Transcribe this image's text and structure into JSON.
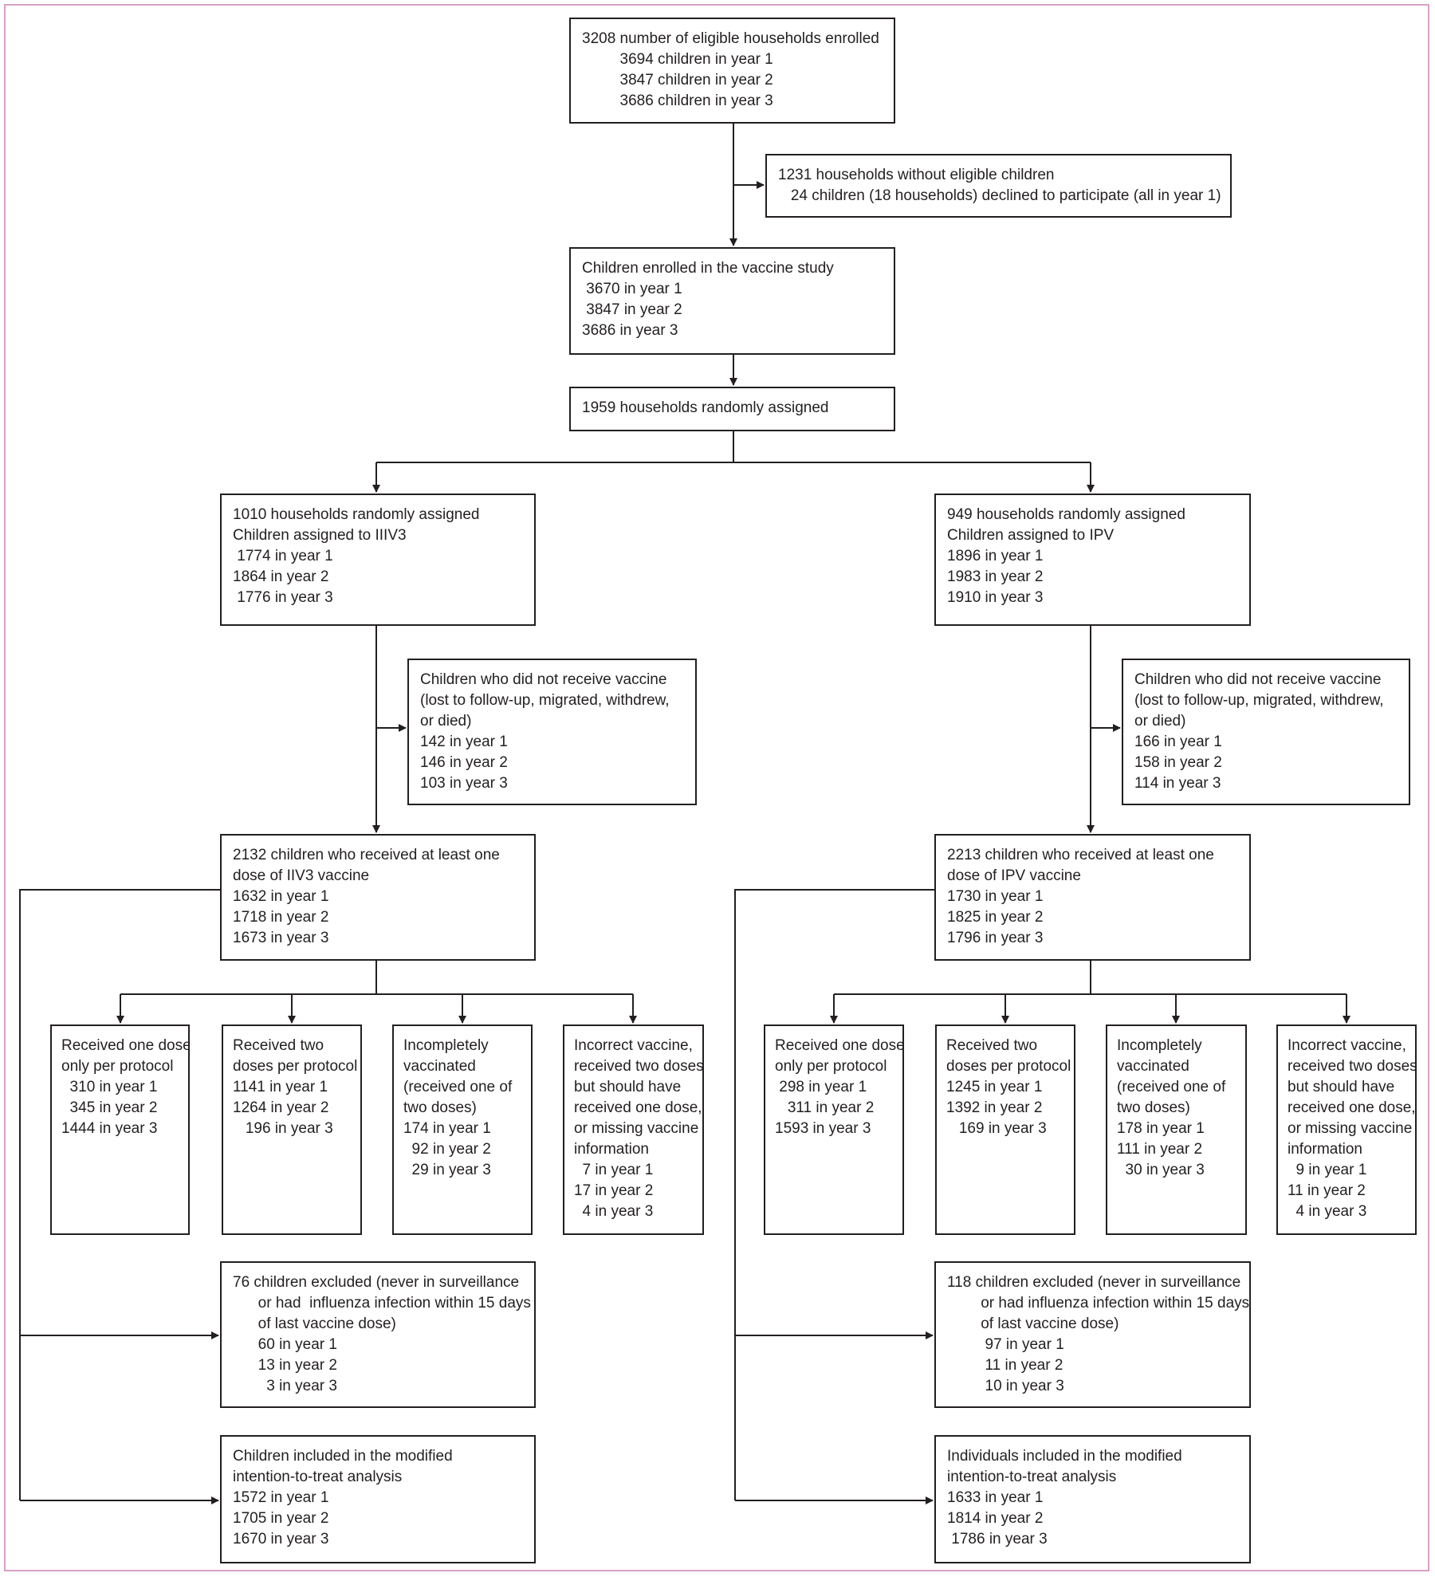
{
  "colors": {
    "frame": "#d9a0c4",
    "line": "#231f20"
  },
  "boxes": {
    "enrolled": [
      "3208 number of eligible households enrolled",
      "         3694 children in year 1",
      "         3847 children in year 2",
      "         3686 children in year 3"
    ],
    "excluded_households": [
      "1231 households without eligible children",
      "   24 children (18 households) declined to participate (all in year 1)"
    ],
    "study": [
      "Children enrolled in the vaccine study",
      " 3670 in year 1",
      " 3847 in year 2",
      "3686 in year 3"
    ],
    "randomised": [
      "1959 households randomly assigned"
    ],
    "iiv_assigned": [
      "1010 households randomly assigned",
      "Children assigned to IIIV3",
      " 1774 in year 1",
      "1864 in year 2",
      " 1776 in year 3"
    ],
    "ipv_assigned": [
      "949 households randomly assigned",
      "Children assigned to IPV",
      "1896 in year 1",
      "1983 in year 2",
      "1910 in year 3"
    ],
    "iiv_not_received": [
      "Children who did not receive vaccine",
      "(lost to follow-up, migrated, withdrew,",
      "or died)",
      "142 in year 1",
      "146 in year 2",
      "103 in year 3"
    ],
    "ipv_not_received": [
      "Children who did not receive vaccine",
      "(lost to follow-up, migrated, withdrew,",
      "or died)",
      "166 in year 1",
      "158 in year 2",
      "114 in year 3"
    ],
    "iiv_received": [
      "2132 children who received at least one",
      "dose of IIV3 vaccine",
      "1632 in year 1",
      "1718 in year 2",
      "1673 in year 3"
    ],
    "ipv_received": [
      "2213 children who received at least one",
      "dose of IPV vaccine",
      "1730 in year 1",
      "1825 in year 2",
      "1796 in year 3"
    ],
    "iiv_one_dose": [
      "Received one dose",
      "only per protocol",
      "  310 in year 1",
      "  345 in year 2",
      "1444 in year 3"
    ],
    "iiv_two_doses": [
      "Received two",
      "doses per protocol",
      "1141 in year 1",
      "1264 in year 2",
      "   196 in year 3"
    ],
    "iiv_incomplete": [
      "Incompletely",
      "vaccinated",
      "(received one of",
      "two doses)",
      "174 in year 1",
      "  92 in year 2",
      "  29 in year 3"
    ],
    "iiv_incorrect": [
      "Incorrect vaccine,",
      "received two doses",
      "but should have",
      "received one dose,",
      "or missing vaccine",
      "information",
      "  7 in year 1",
      "17 in year 2",
      "  4 in year 3"
    ],
    "ipv_one_dose": [
      "Received one dose",
      "only per protocol",
      " 298 in year 1",
      "   311 in year 2",
      "1593 in year 3"
    ],
    "ipv_two_doses": [
      "Received two",
      "doses per protocol",
      "1245 in year 1",
      "1392 in year 2",
      "   169 in year 3"
    ],
    "ipv_incomplete": [
      "Incompletely",
      "vaccinated",
      "(received one of",
      "two doses)",
      "178 in year 1",
      "111 in year 2",
      "  30 in year 3"
    ],
    "ipv_incorrect": [
      "Incorrect vaccine,",
      "received two doses",
      "but should have",
      "received one dose,",
      "or missing vaccine",
      "information",
      "  9 in year 1",
      "11 in year 2",
      "  4 in year 3"
    ],
    "iiv_excluded": [
      "76 children excluded (never in surveillance",
      "      or had  influenza infection within 15 days",
      "      of last vaccine dose)",
      "      60 in year 1",
      "      13 in year 2",
      "        3 in year 3"
    ],
    "ipv_excluded": [
      "118 children excluded (never in surveillance",
      "        or had influenza infection within 15 days",
      "        of last vaccine dose)",
      "         97 in year 1",
      "         11 in year 2",
      "         10 in year 3"
    ],
    "iiv_mitt": [
      "Children included in the modified",
      "intention-to-treat analysis",
      "1572 in year 1",
      "1705 in year 2",
      "1670 in year 3"
    ],
    "ipv_mitt": [
      "Individuals included in the modified",
      "intention-to-treat analysis",
      "1633 in year 1",
      "1814 in year 2",
      " 1786 in year 3"
    ]
  }
}
